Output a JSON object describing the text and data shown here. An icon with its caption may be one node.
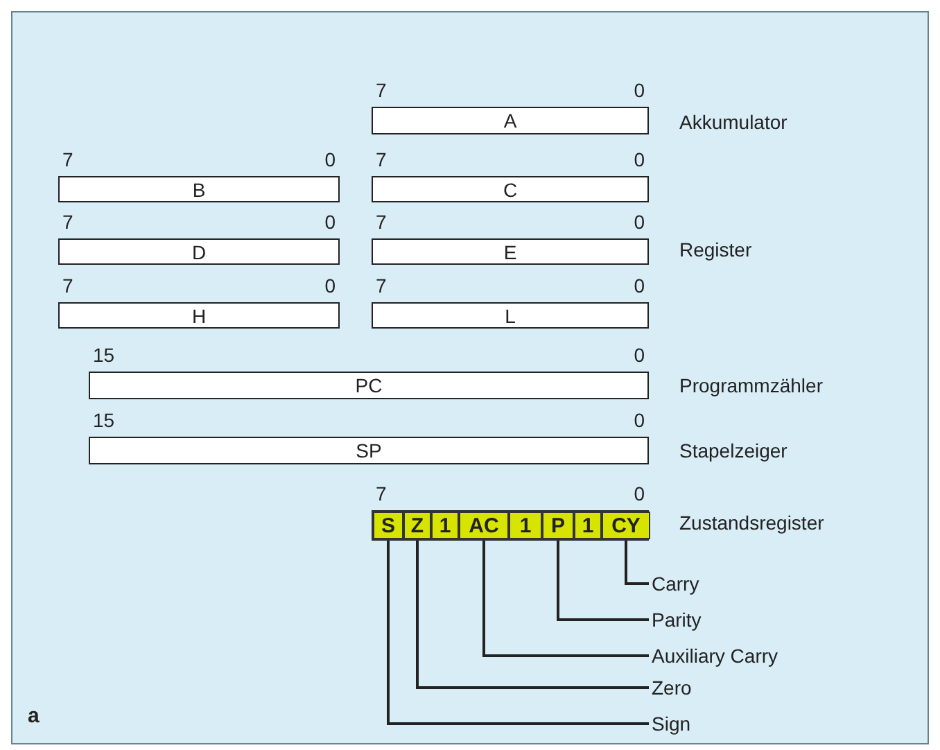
{
  "diagram": {
    "nodes": [
      {
        "text": [
          "A"
        ],
        "beside": [
          "7",
          "0"
        ]
      },
      {
        "text": [
          "B"
        ],
        "beside": [
          "7",
          "0"
        ]
      },
      {
        "text": [
          "C"
        ],
        "beside": [
          "7",
          "0"
        ]
      },
      {
        "text": [
          "D"
        ],
        "beside": [
          "7",
          "0"
        ]
      },
      {
        "text": [
          "E"
        ],
        "beside": [
          "7",
          "0"
        ]
      },
      {
        "text": [
          "H"
        ],
        "beside": [
          "7",
          "0"
        ]
      },
      {
        "text": [
          "L"
        ],
        "beside": [
          "7",
          "0"
        ]
      },
      {
        "text": [
          "PC"
        ],
        "beside": [
          "15",
          "0"
        ]
      },
      {
        "text": [
          "SP"
        ],
        "beside": [
          "15",
          "0"
        ]
      },
      {
        "text": [],
        "shape": "box",
        "beside": [
          "7",
          "0"
        ]
      },
      {
        "text": [
          "S"
        ],
        "in": 9
      },
      {
        "text": [
          "Z"
        ],
        "in": 9
      },
      {
        "text": [
          "1"
        ],
        "in": 9
      },
      {
        "text": [
          "AC"
        ],
        "in": 9
      },
      {
        "text": [
          "1"
        ],
        "in": 9
      },
      {
        "text": [
          "P"
        ],
        "in": 9
      },
      {
        "text": [
          "1"
        ],
        "in": 9
      },
      {
        "text": [
          "CY"
        ],
        "in": 9
      },
      {
        "text": [
          "Carry"
        ]
      },
      {
        "text": [
          "Parity"
        ]
      },
      {
        "text": [
          "Auxiliary Carry"
        ]
      },
      {
        "text": [
          "Zero"
        ]
      },
      {
        "text": [
          "Sign"
        ]
      }
    ],
    "edges": [
      {
        "from": 18,
        "to": 17,
        "arrow": "none"
      },
      {
        "from": 19,
        "to": 15,
        "arrow": "none"
      },
      {
        "from": 20,
        "to": 13,
        "arrow": "none"
      },
      {
        "from": 21,
        "to": 11,
        "arrow": "none"
      },
      {
        "from": 22,
        "to": 10,
        "arrow": "none"
      }
    ],
    "labels": [
      "Akkumulator",
      "Register",
      "Programmzähler",
      "Stapelzeiger",
      "Zustandsregister",
      "a"
    ]
  }
}
